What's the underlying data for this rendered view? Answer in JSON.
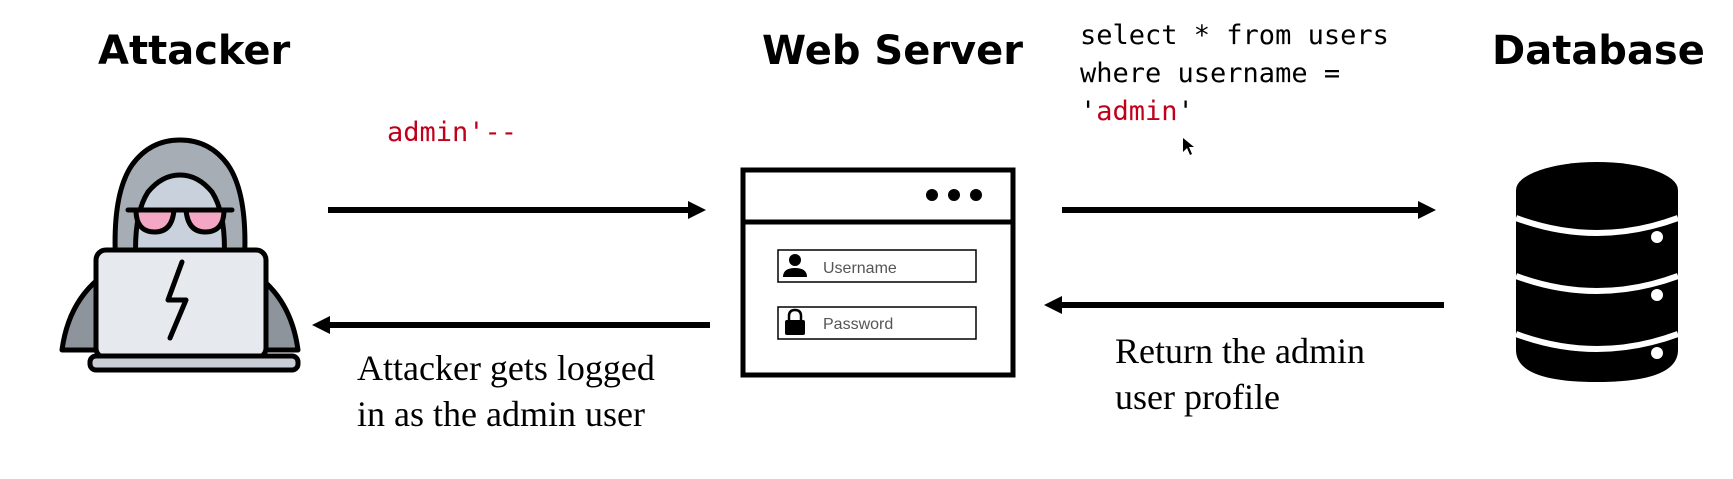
{
  "titles": {
    "attacker": "Attacker",
    "web_server": "Web Server",
    "database": "Database"
  },
  "payload": "admin'--",
  "sql_query": {
    "line1": "select * from users",
    "line2": "where username =",
    "quote_open": "'",
    "value": "admin",
    "quote_close": "'"
  },
  "login_form": {
    "username_placeholder": "Username",
    "password_placeholder": "Password"
  },
  "captions": {
    "attacker_result_line1": "Attacker gets logged",
    "attacker_result_line2": "in as the admin user",
    "db_result_line1": "Return the admin",
    "db_result_line2": "user profile"
  },
  "icons": {
    "attacker": "hooded-hacker-laptop-icon",
    "server": "browser-login-window-icon",
    "database": "database-cylinder-icon",
    "user": "user-icon",
    "lock": "lock-icon",
    "cursor": "mouse-cursor-icon"
  },
  "colors": {
    "ink": "#000000",
    "payload_red": "#c0001a",
    "hood_gray": "#9aa0a8",
    "glasses_pink": "#f4a7c4",
    "laptop_gray": "#e6e9ee"
  }
}
